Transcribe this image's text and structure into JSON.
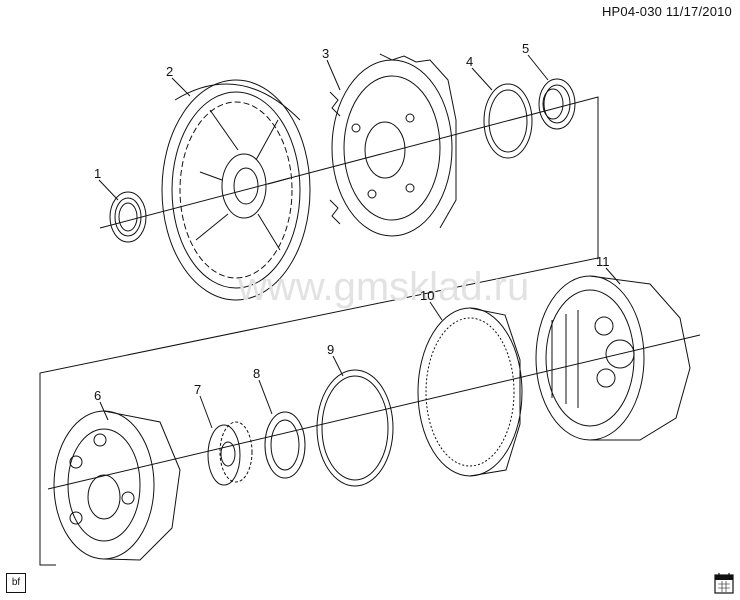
{
  "header": {
    "doc_id": "HP04-030",
    "date": "11/17/2010"
  },
  "watermark": "www.gmsklad.ru",
  "corner_label": "bf",
  "callouts": [
    "1",
    "2",
    "3",
    "4",
    "5",
    "6",
    "7",
    "8",
    "9",
    "10",
    "11"
  ],
  "colors": {
    "line": "#111111",
    "watermark": "#e2e2e2",
    "background": "#ffffff"
  },
  "icons": [
    "calendar-icon"
  ]
}
